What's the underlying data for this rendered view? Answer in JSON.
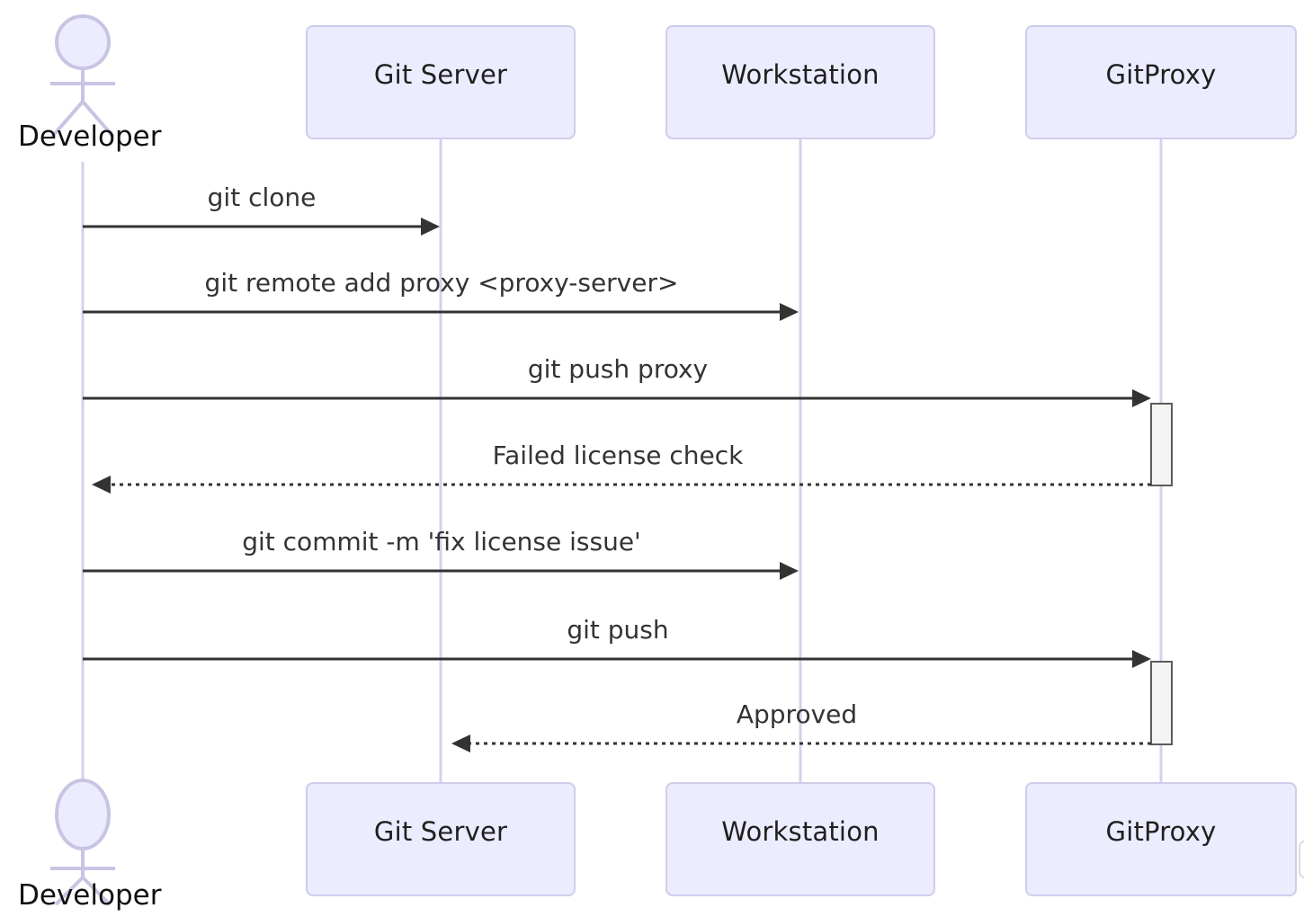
{
  "diagram": {
    "type": "sequence-diagram",
    "actor": {
      "label": "Developer"
    },
    "participants": [
      {
        "label": "Git Server"
      },
      {
        "label": "Workstation"
      },
      {
        "label": "GitProxy"
      }
    ],
    "messages": [
      {
        "from": "Developer",
        "to": "Git Server",
        "label": "git clone",
        "style": "solid"
      },
      {
        "from": "Developer",
        "to": "Workstation",
        "label": "git remote add proxy <proxy-server>",
        "style": "solid"
      },
      {
        "from": "Developer",
        "to": "GitProxy",
        "label": "git push proxy",
        "style": "solid",
        "activates": "GitProxy"
      },
      {
        "from": "GitProxy",
        "to": "Developer",
        "label": "Failed license check",
        "style": "dashed"
      },
      {
        "from": "Developer",
        "to": "Workstation",
        "label": "git commit -m 'fix license issue'",
        "style": "solid"
      },
      {
        "from": "Developer",
        "to": "GitProxy",
        "label": "git push",
        "style": "solid",
        "activates": "GitProxy"
      },
      {
        "from": "GitProxy",
        "to": "Git Server",
        "label": "Approved",
        "style": "dashed"
      }
    ],
    "colors": {
      "participant_fill": "#ECECFF",
      "participant_border": "#CFCCEC",
      "lifeline": "#D5D0EC",
      "actor_stroke": "#C9C4E4",
      "arrow": "#333333",
      "message_text": "#333333",
      "activation_fill": "#F4F4F4",
      "activation_border": "#5B5B5B"
    }
  }
}
